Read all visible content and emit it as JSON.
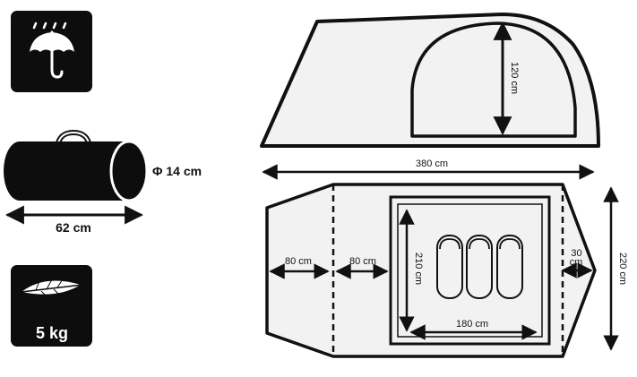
{
  "specs": {
    "waterproof_icon": "umbrella-rain-icon",
    "bag_diameter": "Φ 14 cm",
    "bag_length": "62 cm",
    "weight_icon": "feather-icon",
    "weight": "5 kg"
  },
  "side_view": {
    "length": "380 cm",
    "inner_height": "120 cm"
  },
  "top_view": {
    "vestibule_depth": "80 cm",
    "hall_depth": "80 cm",
    "bedroom_length": "210 cm",
    "bedroom_width": "180 cm",
    "rear_gap": "30 cm",
    "total_width": "220 cm",
    "sleeping_bags": 3
  },
  "colors": {
    "ink": "#111111",
    "tent_fill": "#f2f2f2",
    "icon_bg": "#0d0d0d"
  }
}
